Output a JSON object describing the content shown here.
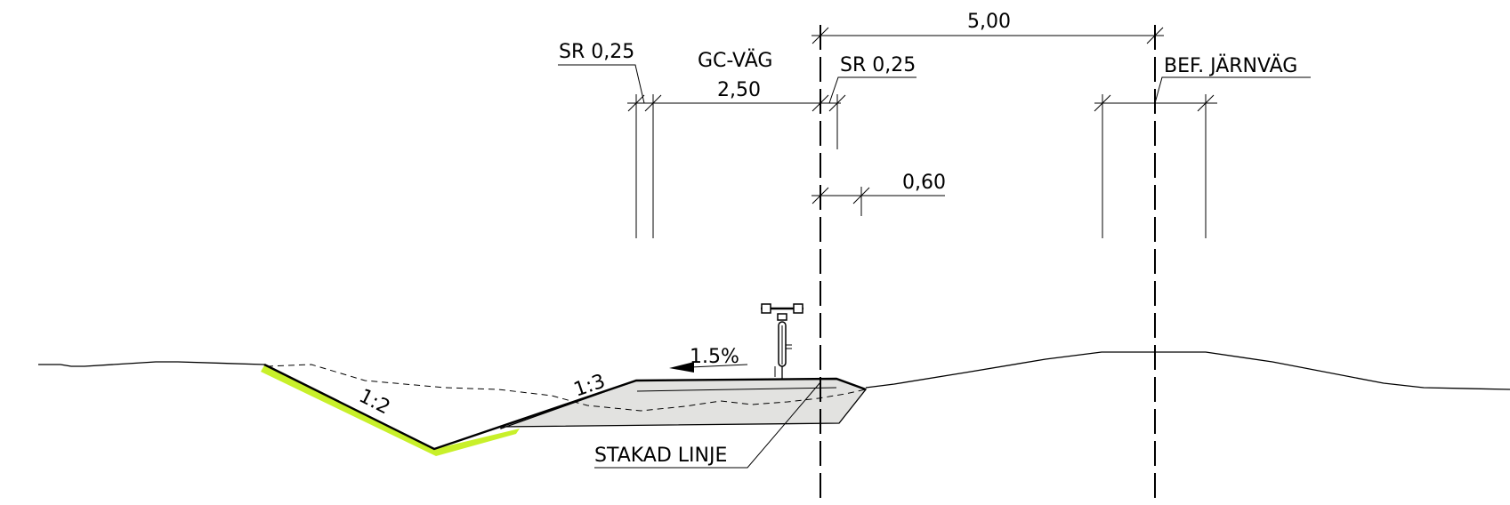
{
  "labels": {
    "sr_left": "SR 0,25",
    "gc_vag": "GC-VÄG",
    "gc_width": "2,50",
    "sr_right": "SR 0,25",
    "offset_total": "5,00",
    "bef_jarnvag": "BEF. JÄRNVÄG",
    "offset_small": "0,60",
    "cross_slope": "1.5%",
    "slope_inner": "1:3",
    "slope_outer": "1:2",
    "stakad_linje": "STAKAD LINJE"
  },
  "colors": {
    "slope_vegetation": "#c8f02a",
    "road_body_fill": "#e2e2e0",
    "line": "#000000"
  },
  "icons": {
    "cyclist": "bicycle-icon"
  }
}
